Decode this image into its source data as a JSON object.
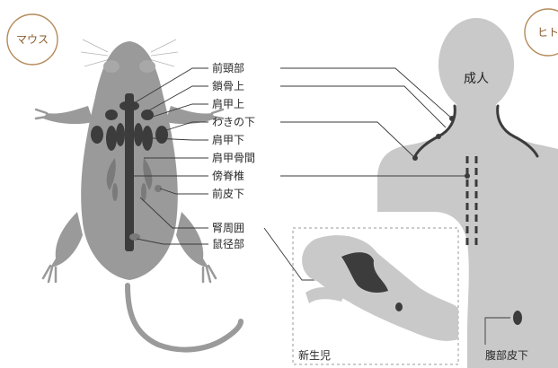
{
  "badges": {
    "mouse": "マウス",
    "human": "ヒト"
  },
  "labels": {
    "l1": "前頸部",
    "l2": "鎖骨上",
    "l3": "肩甲上",
    "l4": "わきの下",
    "l5": "肩甲下",
    "l6": "肩甲骨間",
    "l7": "傍脊椎",
    "l8": "前皮下",
    "l9": "腎周囲",
    "l10": "鼠径部"
  },
  "human": {
    "adult": "成人",
    "newborn": "新生児",
    "abdominal": "腹部皮下"
  },
  "colors": {
    "silhouette": "#9a9a9a",
    "human_body": "#c9c9c9",
    "fat_depot": "#3c3c3c",
    "leader": "#3a3a3a",
    "badge_ring": "#b58a5a"
  }
}
